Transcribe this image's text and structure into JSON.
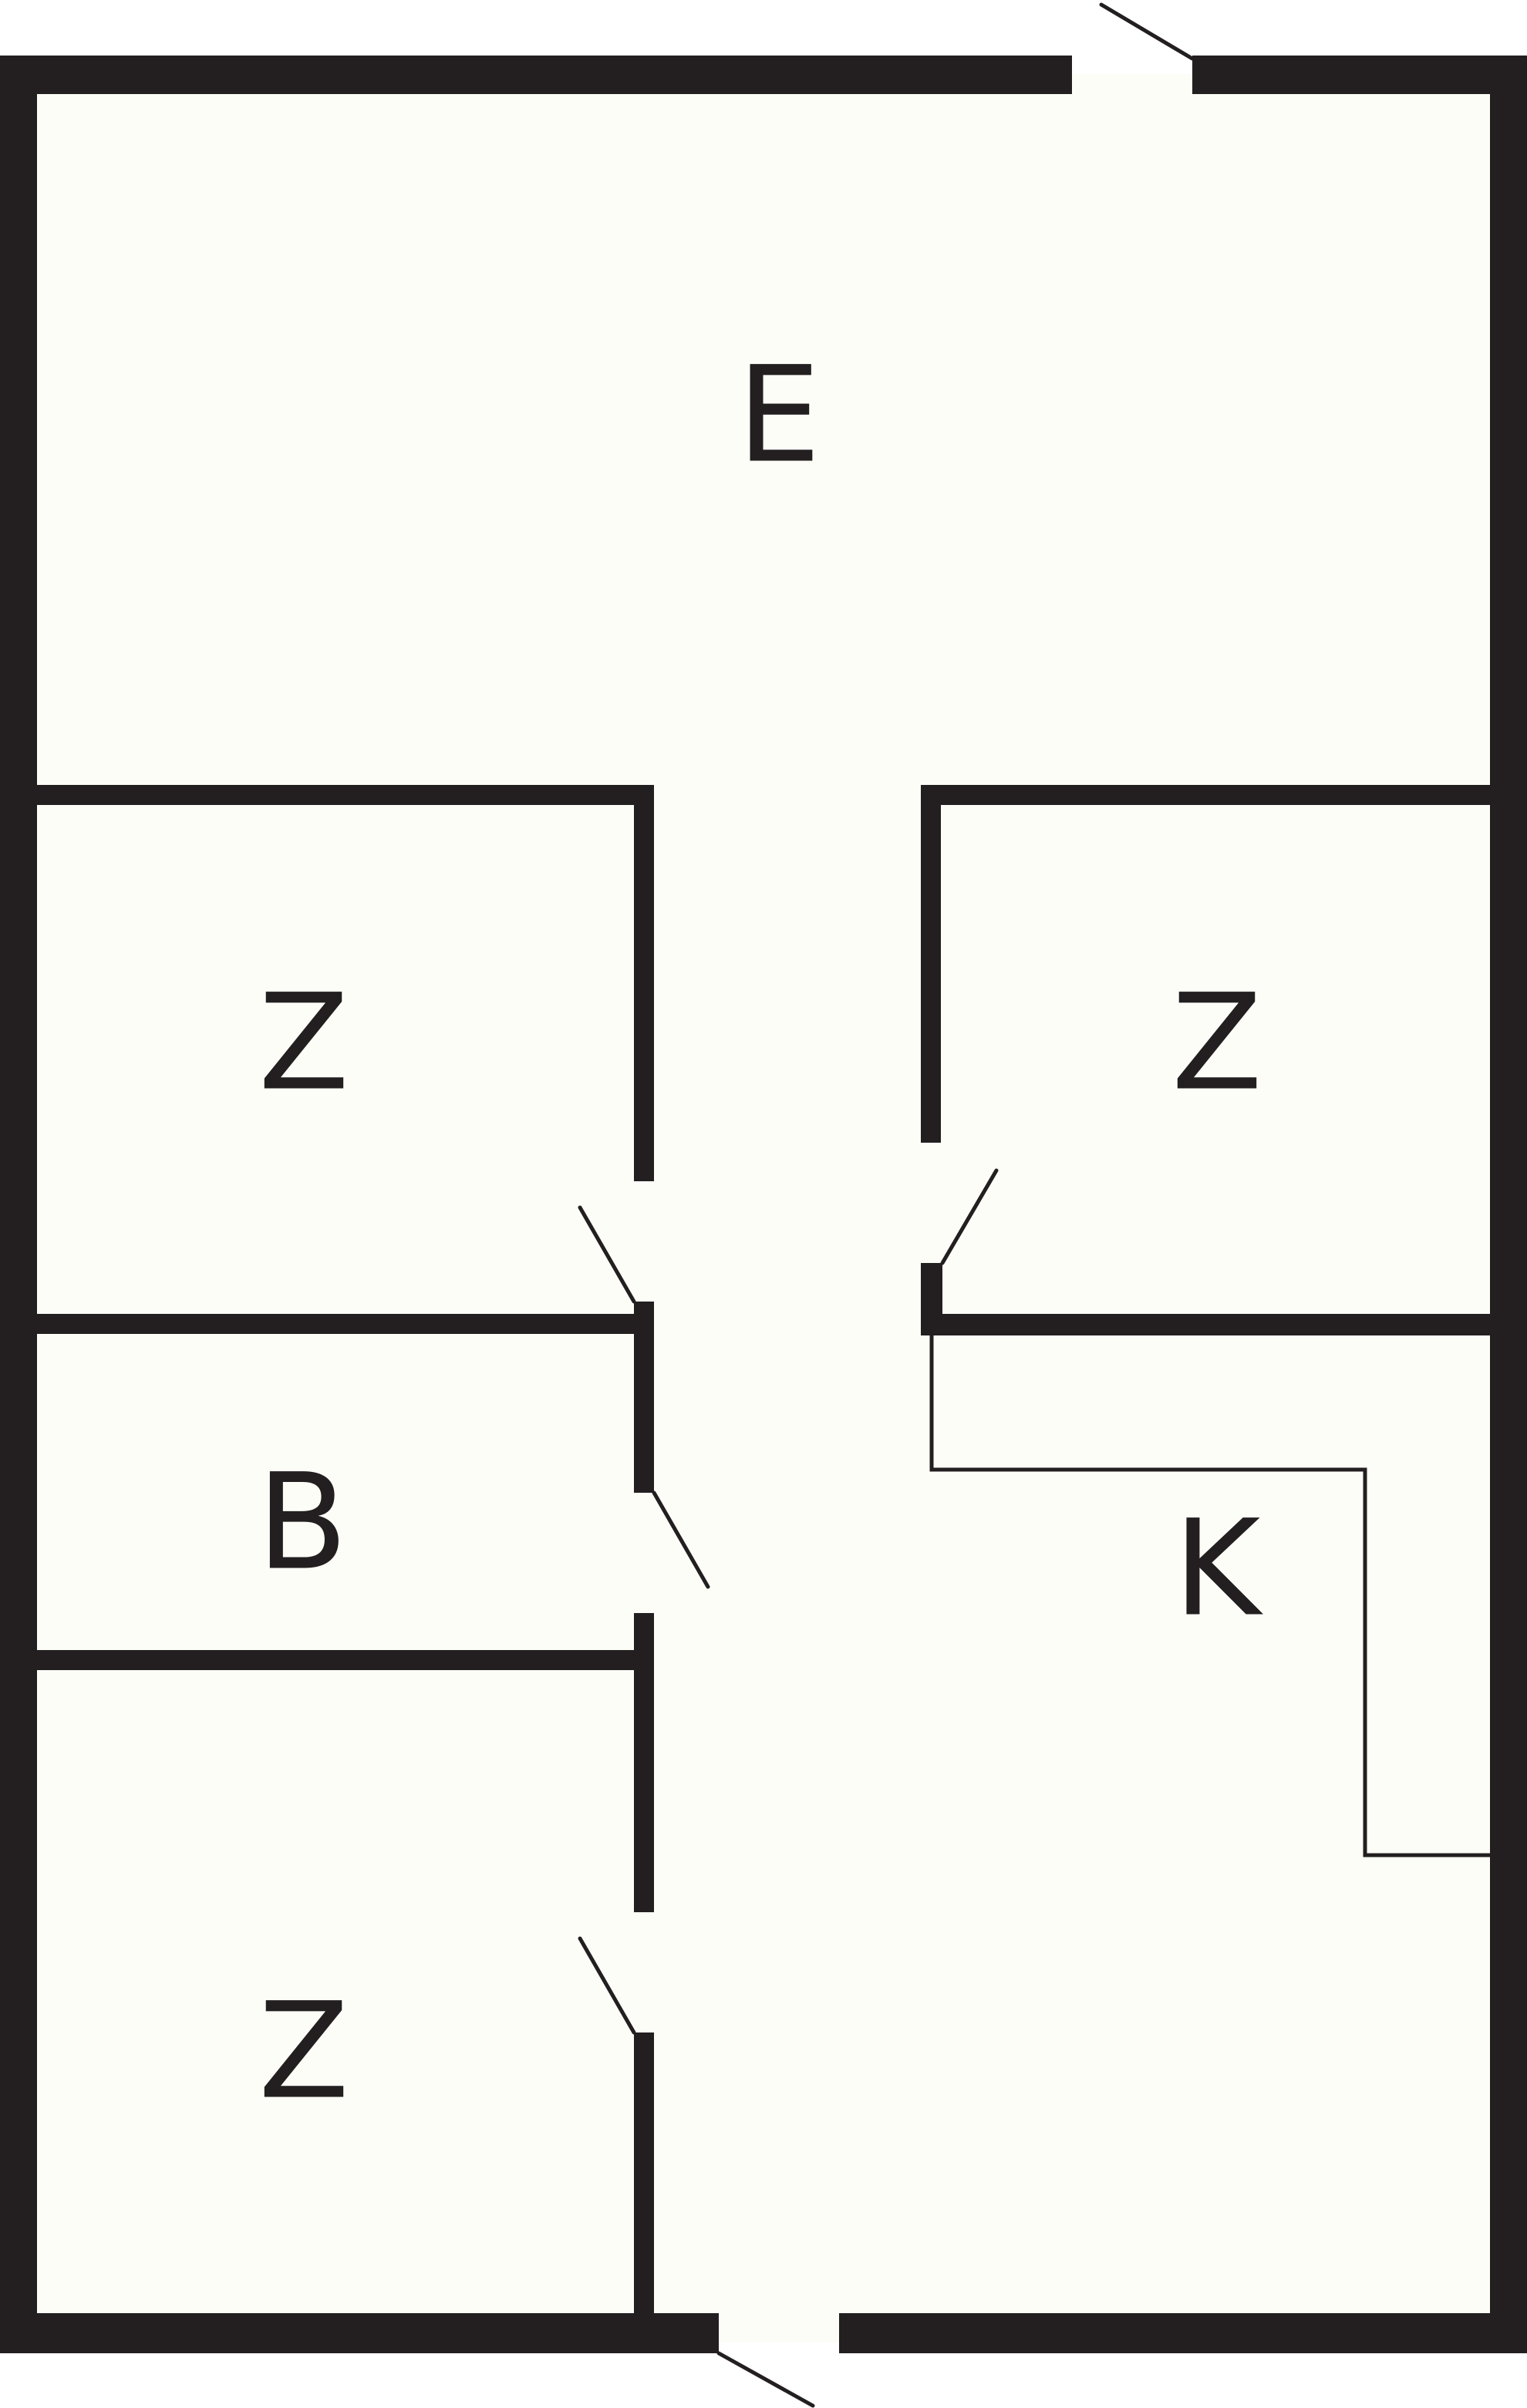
{
  "plan": {
    "colors": {
      "wall": "#231f20",
      "floor": "#fdfdf8",
      "background": "#ffffff"
    },
    "rooms": [
      {
        "id": "entrance-hall",
        "label": "E"
      },
      {
        "id": "room-top-left",
        "label": "Z"
      },
      {
        "id": "room-top-right",
        "label": "Z"
      },
      {
        "id": "bathroom",
        "label": "B"
      },
      {
        "id": "kitchen",
        "label": "K"
      },
      {
        "id": "room-bottom-left",
        "label": "Z"
      }
    ]
  }
}
